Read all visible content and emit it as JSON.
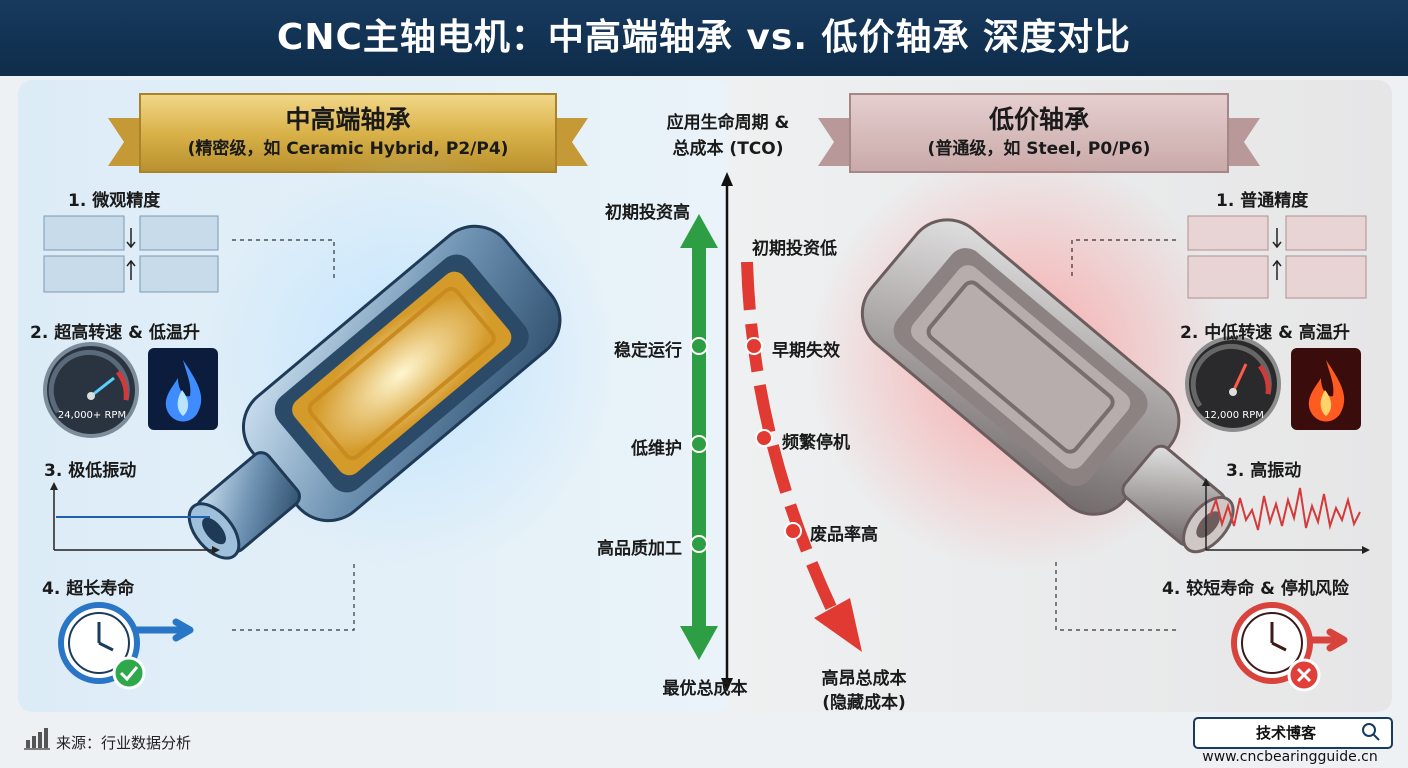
{
  "header": {
    "title": "CNC主轴电机：中高端轴承 vs. 低价轴承 深度对比"
  },
  "left": {
    "banner_title": "中高端轴承",
    "banner_sub": "(精密级，如 Ceramic Hybrid, P2/P4)",
    "s1": "1. 微观精度",
    "s2": "2. 超高转速 & 低温升",
    "rpm": "24,000+ RPM",
    "s3": "3. 极低振动",
    "s4": "4. 超长寿命"
  },
  "right": {
    "banner_title": "低价轴承",
    "banner_sub": "(普通级，如 Steel, P0/P6)",
    "s1": "1. 普通精度",
    "s2": "2. 中低转速 & 高温升",
    "rpm": "12,000 RPM",
    "s3": "3. 高振动",
    "s4": "4. 较短寿命 & 停机风险"
  },
  "center": {
    "title_1": "应用生命周期 &",
    "title_2": "总成本 (TCO)",
    "green_top": "初期投资高",
    "green_items": [
      "稳定运行",
      "低维护",
      "高品质加工"
    ],
    "green_bottom": "最优总成本",
    "red_top": "初期投资低",
    "red_items": [
      "早期失效",
      "频繁停机",
      "废品率高"
    ],
    "red_bottom_1": "高昂总成本",
    "red_bottom_2": "(隐藏成本)"
  },
  "footer": {
    "source": "来源：行业数据分析",
    "brand": "技术博客",
    "url": "www.cncbearingguide.cn"
  },
  "colors": {
    "header": "#173a5e",
    "green": "#2e9e44",
    "red": "#e03a32",
    "gold": "#d9b24a"
  }
}
